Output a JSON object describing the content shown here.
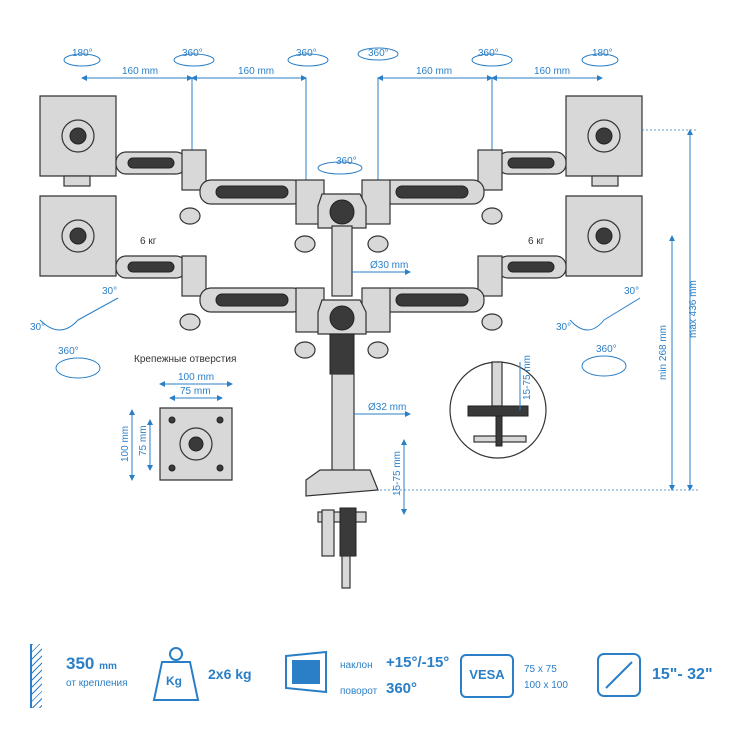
{
  "diagram": {
    "rotations": {
      "tl_180": "180°",
      "tr_180": "180°",
      "top_360_a": "360°",
      "top_360_b": "360°",
      "top_360_c": "360°",
      "top_360_d": "360°",
      "center_360": "360°",
      "bl_360": "360°",
      "br_360": "360°"
    },
    "tilts": {
      "left_30_a": "30°",
      "left_30_b": "30°",
      "right_30_a": "30°",
      "right_30_b": "30°"
    },
    "arm_lengths": {
      "l1": "160 mm",
      "l2": "160 mm",
      "r1": "160 mm",
      "r2": "160 mm"
    },
    "weights": {
      "left": "6 кг",
      "right": "6 кг"
    },
    "pole": {
      "upper": "Ø30 mm",
      "lower": "Ø32 mm"
    },
    "clamp": {
      "range_main": "15-75 mm",
      "range_detail": "15-75 mm"
    },
    "heights": {
      "min": "min 268 mm",
      "max": "max 436 mm"
    },
    "vesa_panel": {
      "title": "Крепежные отверстия",
      "w100": "100 mm",
      "w75": "75 mm",
      "h100": "100 mm",
      "h75": "75 mm"
    }
  },
  "specs": {
    "reach": {
      "value": "350",
      "unit": "mm",
      "caption": "от крепления"
    },
    "weight": {
      "icon_text": "Kg",
      "value": "2x6 kg"
    },
    "tilt": {
      "label": "наклон",
      "value": "+15°/-15°"
    },
    "swivel": {
      "label": "поворот",
      "value": "360°"
    },
    "vesa": {
      "icon_text": "VESA",
      "line1": "75 x 75",
      "line2": "100 x 100"
    },
    "screen": {
      "value": "15\"- 32\""
    }
  },
  "colors": {
    "accent": "#2b7fc6",
    "outline": "#333333"
  }
}
